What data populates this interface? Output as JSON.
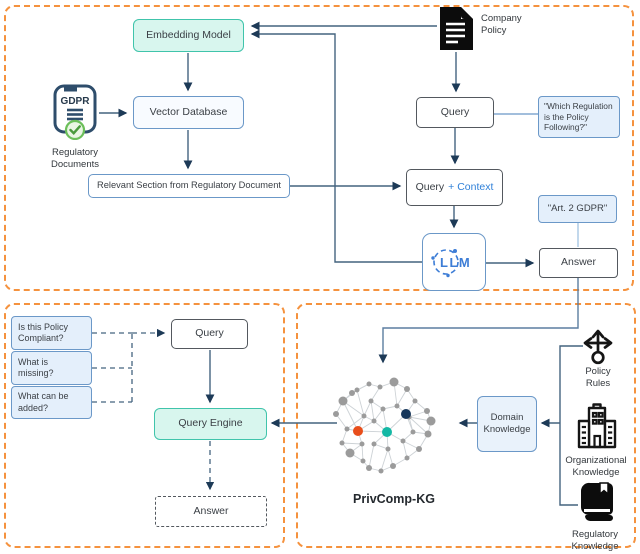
{
  "top": {
    "embedding_model": "Embedding Model",
    "company_policy_label": "Company Policy",
    "gdpr_label": "GDPR",
    "regulatory_documents_label": "Regulatory Documents",
    "vector_database": "Vector Database",
    "relevant_section": "Relevant Section from Regulatory Document",
    "query": "Query",
    "which_regulation_quote": "\"Which Regulation is the Policy Following?\"",
    "query_context_prefix": "Query",
    "query_context_accent": "+ Context",
    "art2_quote": "\"Art. 2 GDPR\"",
    "llm_label": "LLM",
    "answer": "Answer"
  },
  "bottom_left": {
    "questions": [
      "Is this Policy Compliant?",
      "What is missing?",
      "What can be added?"
    ],
    "query": "Query",
    "query_engine": "Query Engine",
    "answer": "Answer"
  },
  "bottom_right": {
    "privcomp_label": "PrivComp-KG",
    "domain_knowledge": "Domain Knowledge",
    "policy_rules": "Policy Rules",
    "organizational_knowledge": "Organizational Knowledge",
    "regulatory_knowledge": "Regulatory Knowledge"
  },
  "colors": {
    "section_border": "#f5923e",
    "teal_bg": "#d8f6ee",
    "teal_border": "#40c4ab",
    "blue_bg": "#e4effb",
    "blue_border": "#6b98c8",
    "connector": "#44637f",
    "arrowhead": "#1d3a57",
    "accent_blue": "#2f80d8",
    "llm_blue": "#3d7dd6",
    "kg_edge": "#cdd2d6",
    "node_gray": "#9b9b9b",
    "node_orange": "#e84e1b",
    "node_teal": "#14b8a5",
    "node_navy": "#16365a"
  },
  "kg": {
    "nodes": [
      [
        343,
        401,
        4.5,
        "g"
      ],
      [
        336,
        414,
        3,
        "g"
      ],
      [
        352,
        393,
        3,
        "g"
      ],
      [
        347,
        429,
        2.5,
        "g"
      ],
      [
        342,
        443,
        2.5,
        "g"
      ],
      [
        350,
        453,
        4.5,
        "g"
      ],
      [
        363,
        461,
        2.5,
        "g"
      ],
      [
        369,
        468,
        3,
        "g"
      ],
      [
        381,
        471,
        2.5,
        "g"
      ],
      [
        393,
        466,
        3,
        "g"
      ],
      [
        407,
        458,
        2.5,
        "g"
      ],
      [
        419,
        449,
        3,
        "g"
      ],
      [
        428,
        434,
        3.5,
        "g"
      ],
      [
        431,
        421,
        4.5,
        "g"
      ],
      [
        427,
        411,
        3,
        "g"
      ],
      [
        415,
        401,
        2.5,
        "g"
      ],
      [
        407,
        389,
        3,
        "g"
      ],
      [
        394,
        382,
        4.5,
        "g"
      ],
      [
        380,
        387,
        2.5,
        "g"
      ],
      [
        369,
        384,
        2.5,
        "g"
      ],
      [
        357,
        390,
        2.5,
        "g"
      ],
      [
        371,
        401,
        2.5,
        "g"
      ],
      [
        383,
        409,
        2.5,
        "g"
      ],
      [
        397,
        406,
        2.5,
        "g"
      ],
      [
        409,
        417,
        2.5,
        "g"
      ],
      [
        374,
        421,
        2.5,
        "g"
      ],
      [
        364,
        416,
        2.5,
        "g"
      ],
      [
        362,
        444,
        2.5,
        "g"
      ],
      [
        374,
        444,
        2.5,
        "g"
      ],
      [
        388,
        449,
        2.5,
        "g"
      ],
      [
        403,
        441,
        2.5,
        "g"
      ],
      [
        413,
        432,
        2.5,
        "g"
      ],
      [
        358,
        431,
        5,
        "o"
      ],
      [
        387,
        432,
        5,
        "t"
      ],
      [
        406,
        414,
        5,
        "n"
      ]
    ],
    "edges": [
      [
        0,
        1
      ],
      [
        0,
        2
      ],
      [
        0,
        20
      ],
      [
        0,
        26
      ],
      [
        0,
        32
      ],
      [
        1,
        3
      ],
      [
        2,
        19
      ],
      [
        2,
        20
      ],
      [
        3,
        4
      ],
      [
        3,
        26
      ],
      [
        3,
        32
      ],
      [
        4,
        5
      ],
      [
        4,
        27
      ],
      [
        5,
        6
      ],
      [
        5,
        27
      ],
      [
        6,
        7
      ],
      [
        6,
        27
      ],
      [
        7,
        8
      ],
      [
        7,
        28
      ],
      [
        8,
        9
      ],
      [
        8,
        29
      ],
      [
        9,
        10
      ],
      [
        9,
        29
      ],
      [
        10,
        11
      ],
      [
        10,
        30
      ],
      [
        11,
        12
      ],
      [
        11,
        30
      ],
      [
        12,
        13
      ],
      [
        12,
        31
      ],
      [
        13,
        14
      ],
      [
        13,
        24
      ],
      [
        14,
        15
      ],
      [
        14,
        24
      ],
      [
        15,
        16
      ],
      [
        15,
        34
      ],
      [
        16,
        17
      ],
      [
        16,
        23
      ],
      [
        17,
        18
      ],
      [
        17,
        23
      ],
      [
        18,
        19
      ],
      [
        18,
        21
      ],
      [
        19,
        20
      ],
      [
        20,
        26
      ],
      [
        21,
        22
      ],
      [
        21,
        25
      ],
      [
        21,
        26
      ],
      [
        22,
        23
      ],
      [
        22,
        25
      ],
      [
        22,
        33
      ],
      [
        23,
        34
      ],
      [
        24,
        34
      ],
      [
        24,
        31
      ],
      [
        25,
        26
      ],
      [
        25,
        32
      ],
      [
        25,
        33
      ],
      [
        26,
        32
      ],
      [
        27,
        32
      ],
      [
        28,
        29
      ],
      [
        28,
        33
      ],
      [
        29,
        33
      ],
      [
        30,
        31
      ],
      [
        30,
        33
      ],
      [
        31,
        34
      ],
      [
        32,
        33
      ],
      [
        33,
        34
      ],
      [
        12,
        34
      ]
    ]
  }
}
